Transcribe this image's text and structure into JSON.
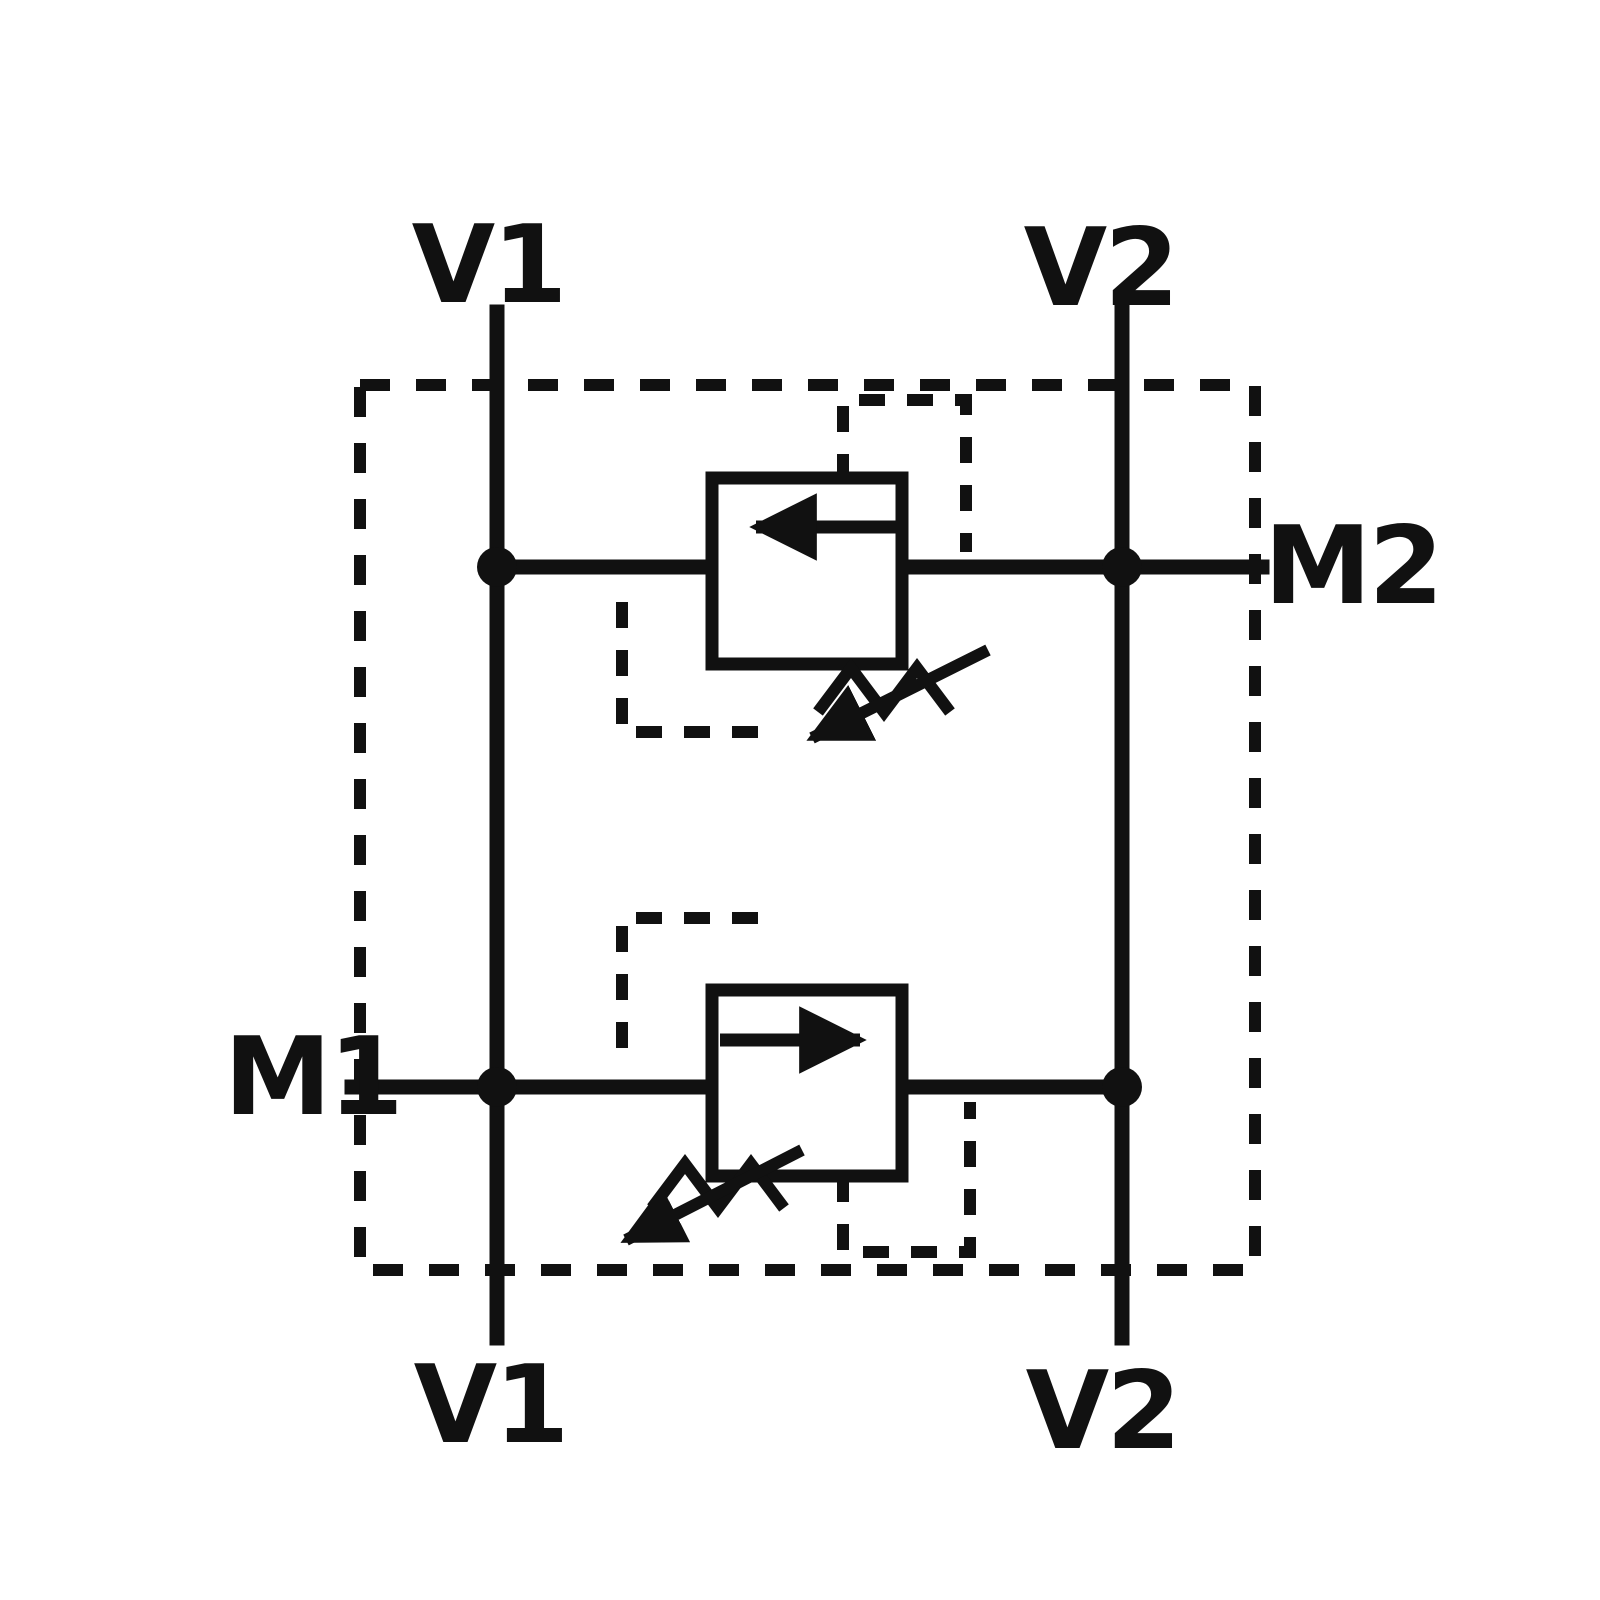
{
  "labels": {
    "v1_top": "V1",
    "v2_top": "V2",
    "m2_right": "M2",
    "m1_left": "M1",
    "v1_bottom": "V1",
    "v2_bottom": "V2"
  },
  "colors": {
    "ink": "#111111",
    "background": "#ffffff"
  }
}
